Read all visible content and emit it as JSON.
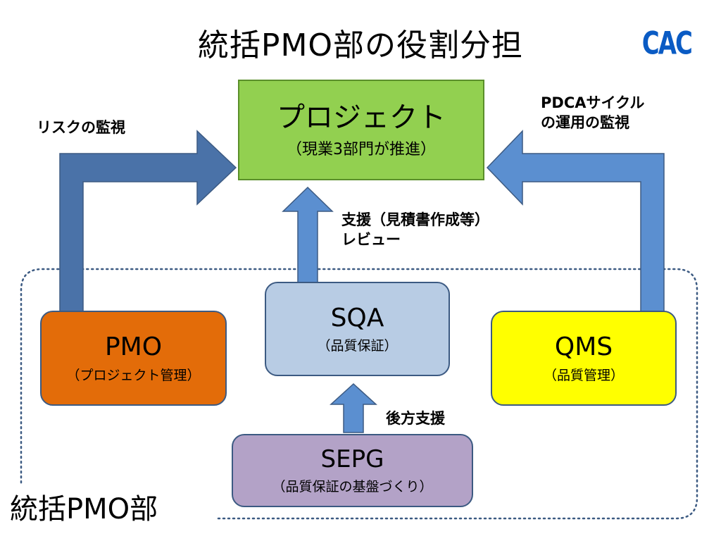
{
  "title": "統括PMO部の役割分担",
  "logo": "CAC",
  "project": {
    "title": "プロジェクト",
    "subtitle": "（現業3部門が推進）"
  },
  "pmo": {
    "title": "PMO",
    "subtitle": "（プロジェクト管理）"
  },
  "sqa": {
    "title": "SQA",
    "subtitle": "（品質保証）"
  },
  "qms": {
    "title": "QMS",
    "subtitle": "（品質管理）"
  },
  "sepg": {
    "title": "SEPG",
    "subtitle": "（品質保証の基盤づくり）"
  },
  "labels": {
    "risk": "リスクの監視",
    "pdca_line1": "PDCAサイクル",
    "pdca_line2": "の運用の監視",
    "support_line1": "支援（見積書作成等）",
    "support_line2": "レビュー",
    "backup": "後方支援"
  },
  "department": "統括PMO部",
  "colors": {
    "project": "#92d050",
    "pmo": "#e36c09",
    "sqa": "#b8cce4",
    "qms": "#ffff00",
    "sepg": "#b3a2c7",
    "arrow_dark": "#4a72a8",
    "arrow_light": "#5b8fd0"
  }
}
